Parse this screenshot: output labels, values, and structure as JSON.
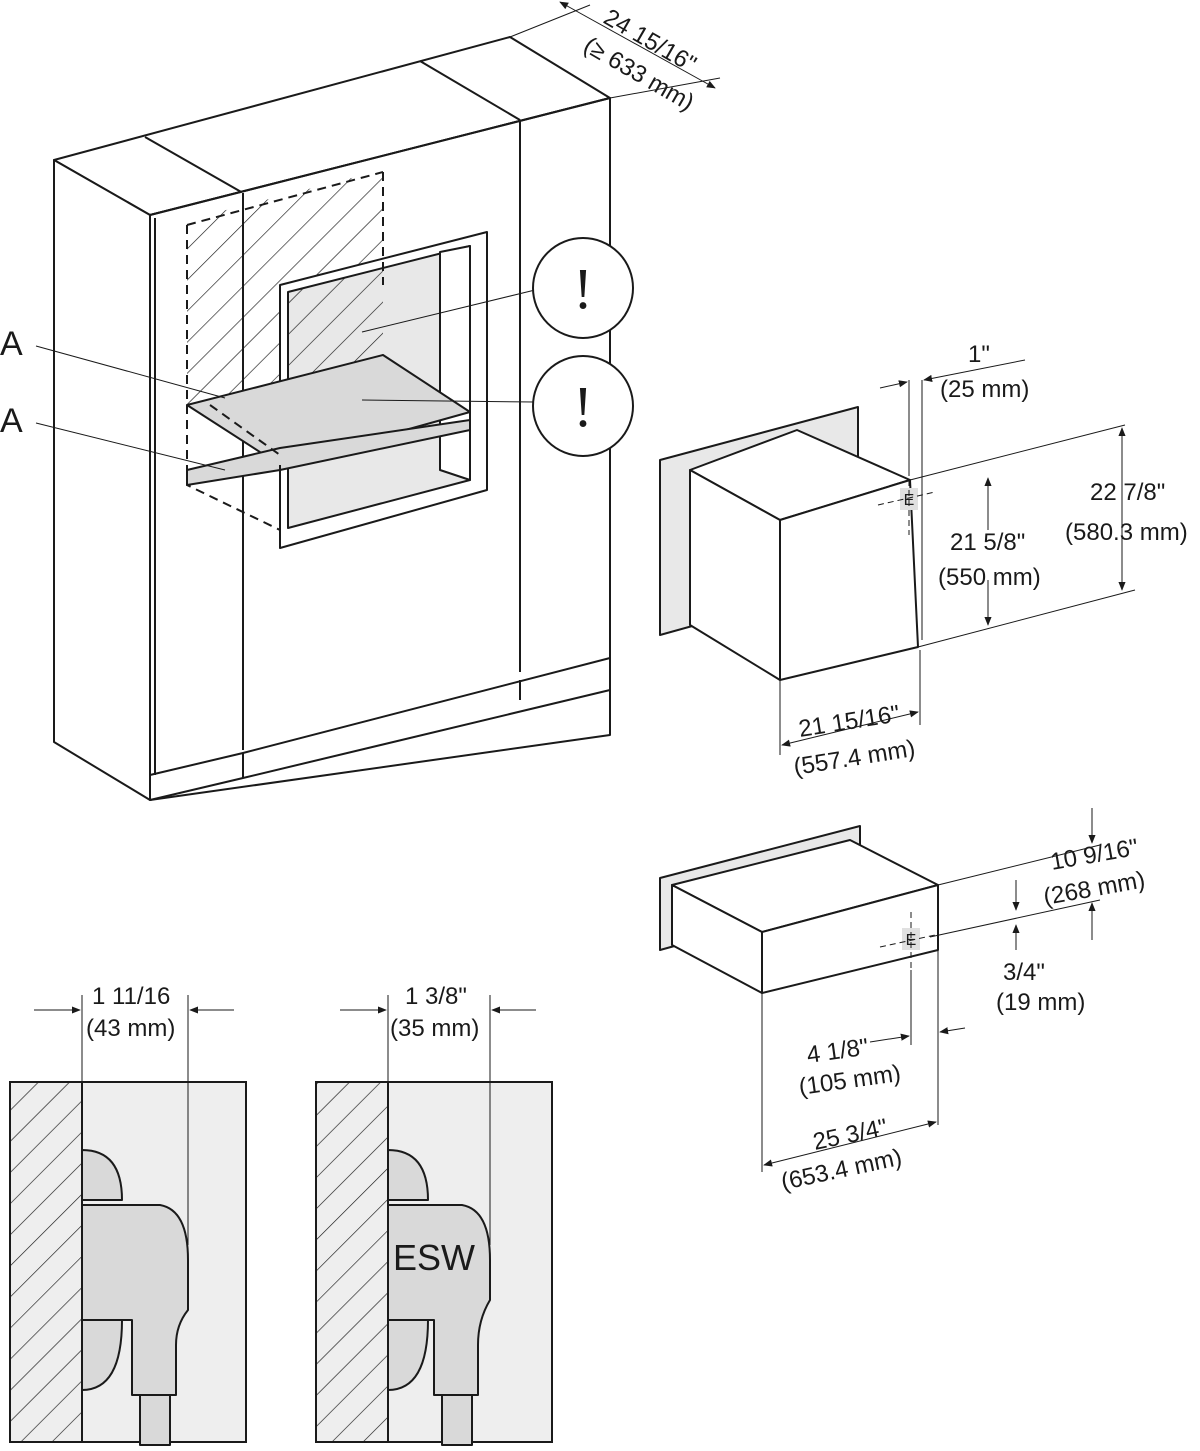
{
  "labels": {
    "a_upper": "A",
    "a_lower": "A",
    "warn_upper": "!",
    "warn_lower": "!",
    "e_upper": "E",
    "e_lower": "E",
    "esw": "ESW"
  },
  "dimensions": {
    "cabinet_depth_in": "24 15/16\"",
    "cabinet_depth_mm": "(≥ 633 mm)",
    "oven_offset_in": "1\"",
    "oven_offset_mm": "(25 mm)",
    "oven_height_total_in": "22 7/8\"",
    "oven_height_total_mm": "(580.3 mm)",
    "oven_height_in": "21 5/8\"",
    "oven_height_mm": "(550 mm)",
    "oven_width_in": "21 15/16\"",
    "oven_width_mm": "(557.4 mm)",
    "drawer_height_in": "10 9/16\"",
    "drawer_height_mm": "(268 mm)",
    "drawer_e_offset_in": "3/4\"",
    "drawer_e_offset_mm": "(19 mm)",
    "drawer_e_depth_in": "4 1/8\"",
    "drawer_e_depth_mm": "(105 mm)",
    "drawer_depth_in": "25 3/4\"",
    "drawer_depth_mm": "(653.4 mm)",
    "plug_left_in": "1 11/16",
    "plug_left_mm": "(43 mm)",
    "plug_right_in": "1 3/8\"",
    "plug_right_mm": "(35 mm)"
  },
  "icons": [
    "arrow-icon",
    "warning-circle-icon",
    "plug-icon",
    "hatch-wall-icon"
  ],
  "colors": {
    "line": "#1a1a1a",
    "grey_fill": "#e8e8e8",
    "paper": "#ffffff"
  }
}
